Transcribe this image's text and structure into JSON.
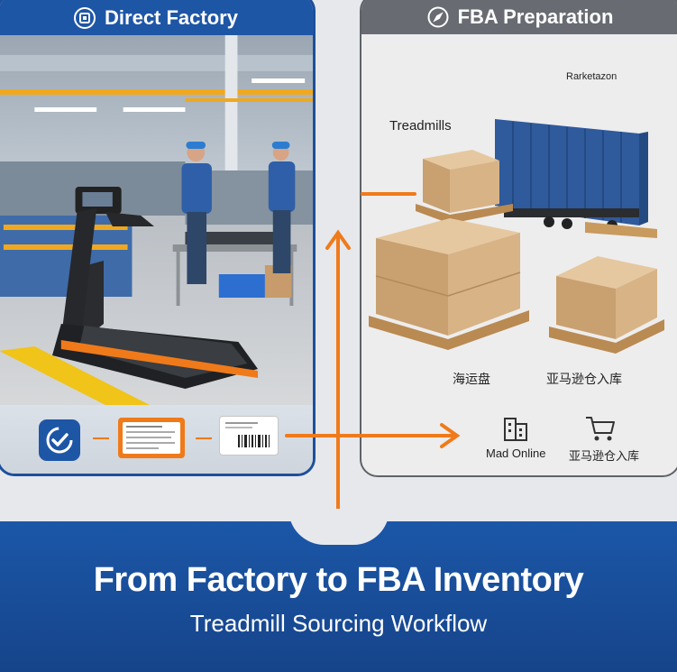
{
  "left_panel": {
    "title": "Direct Factory",
    "icon": "chip-icon"
  },
  "right_panel": {
    "title": "FBA Preparation",
    "icon": "compass-icon"
  },
  "labels": {
    "treadmills": "Treadmills",
    "brand": "Rarketazon",
    "sea_freight": "海运盘",
    "amazon_warehouse_1": "亚马逊仓入库",
    "mad_online": "Mad Online",
    "amazon_warehouse_2": "亚马逊仓入库"
  },
  "banner": {
    "title": "From Factory to FBA Inventory",
    "subtitle": "Treadmill Sourcing Workflow"
  },
  "colors": {
    "blue": "#1e56a6",
    "gray_header": "#686c72",
    "orange": "#f07a1a"
  }
}
